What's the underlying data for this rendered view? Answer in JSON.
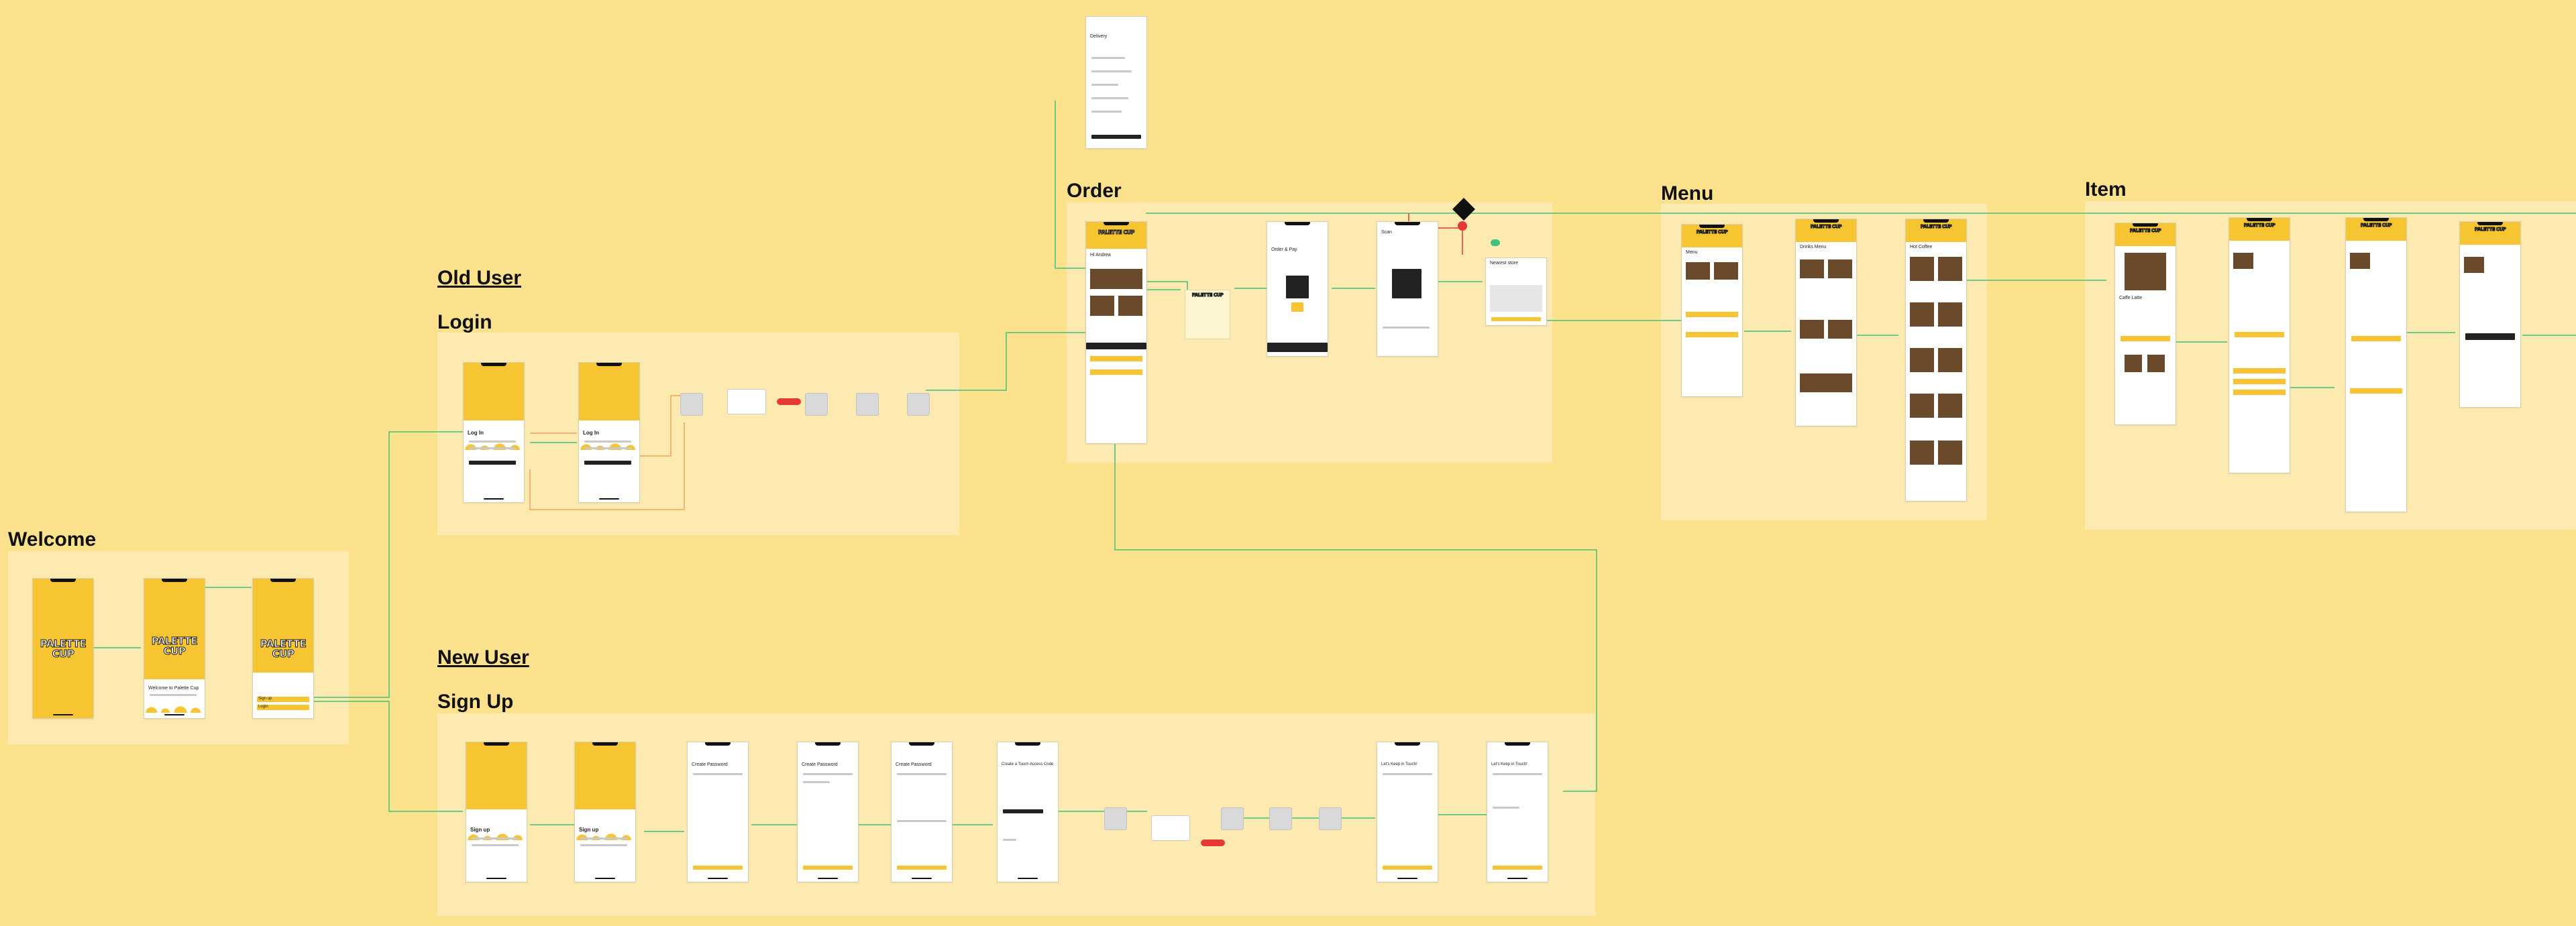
{
  "headings": {
    "welcome": "Welcome",
    "old_user": "Old User",
    "login": "Login",
    "new_user": "New User",
    "sign_up": "Sign Up",
    "order": "Order",
    "menu": "Menu",
    "item": "Item"
  },
  "welcome_screens": [
    {
      "logo": "PALETTE CUP"
    },
    {
      "logo": "PALETTE CUP",
      "caption": "Welcome to Palette Cup"
    },
    {
      "logo": "PALETTE CUP",
      "buttons": [
        "Sign up",
        "Login"
      ]
    }
  ],
  "login_screens": [
    {
      "title": "Log In"
    },
    {
      "title": "Log In"
    }
  ],
  "signup_screens": [
    {
      "title": "Sign up"
    },
    {
      "title": "Sign up"
    },
    {
      "title": "Create Password"
    },
    {
      "title": "Create Password"
    },
    {
      "title": "Create Password"
    },
    {
      "title": "Create a Touch Access Code"
    },
    {
      "title": "Let's Keep in Touch!"
    },
    {
      "title": "Let's Keep in Touch!"
    }
  ],
  "order_screens": [
    {
      "logo": "PALETTE CUP",
      "title": "Hi Andrea"
    },
    {
      "logo": "PALETTE CUP"
    },
    {
      "title": "Order & Pay"
    },
    {
      "title": "Scan"
    },
    {
      "title": "Nearest store"
    }
  ],
  "menu_screens": [
    {
      "logo": "PALETTE CUP",
      "title": "Menu"
    },
    {
      "logo": "PALETTE CUP",
      "title": "Drinks Menu"
    },
    {
      "logo": "PALETTE CUP",
      "title": "Hot Coffee"
    }
  ],
  "item_screens": [
    {
      "logo": "PALETTE CUP",
      "title": "Caffe Latte"
    },
    {
      "logo": "PALETTE CUP"
    },
    {
      "logo": "PALETTE CUP"
    },
    {
      "logo": "PALETTE CUP"
    }
  ],
  "top_screen": {
    "title": "Delivery"
  },
  "colors": {
    "background": "#fde28e",
    "section": "#fdeab0",
    "brand_yellow": "#f7c531",
    "connector": "#3fc27d",
    "login_connector": "#f0a35a",
    "alert": "#e53935"
  }
}
